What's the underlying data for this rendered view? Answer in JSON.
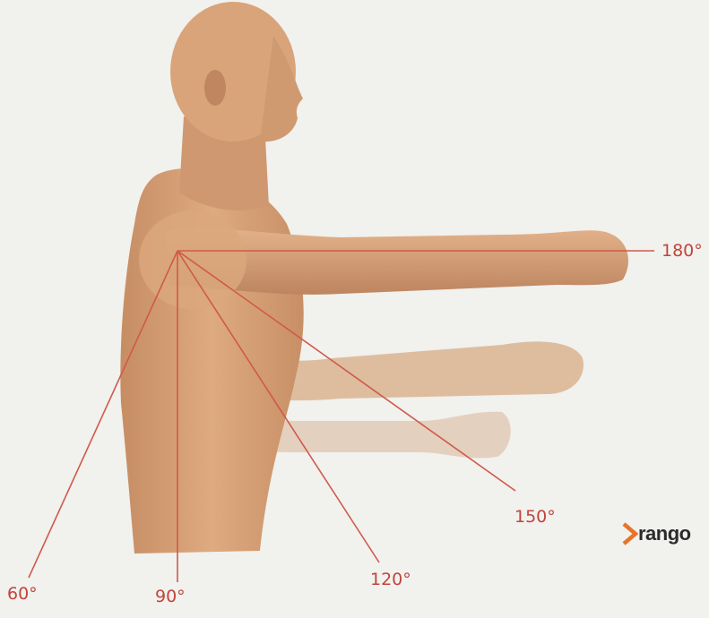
{
  "colors": {
    "background": "#f1f1ee",
    "skin": "#d8a47a",
    "skin_shadow": "#b9825c",
    "angle_line": "#cf5a4a",
    "brand_chevron": "#e8742a"
  },
  "diagram": {
    "subject": "shoulder-flexion-range-of-motion",
    "angles": [
      {
        "id": "a180",
        "label": "180°"
      },
      {
        "id": "a150",
        "label": "150°"
      },
      {
        "id": "a120",
        "label": "120°"
      },
      {
        "id": "a90",
        "label": "90°"
      },
      {
        "id": "a60",
        "label": "60°"
      }
    ]
  },
  "brand": {
    "icon": "chevron-right-icon",
    "text": "rango"
  }
}
